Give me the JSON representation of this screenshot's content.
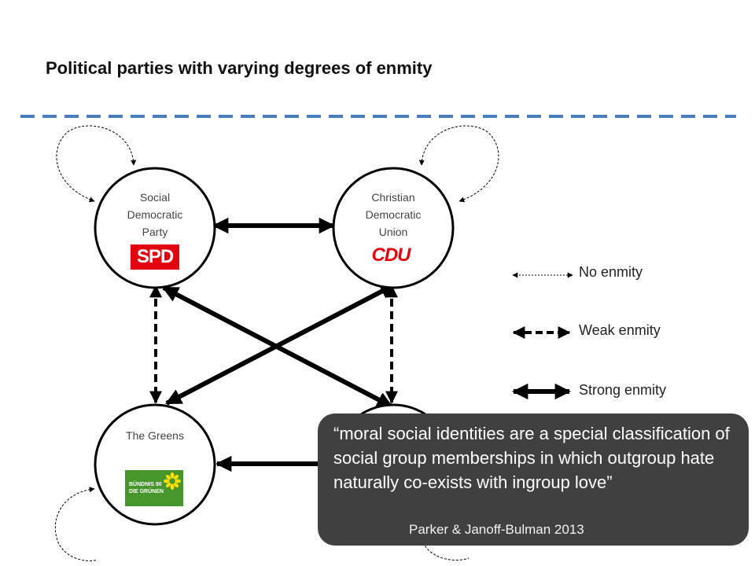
{
  "title": "Political parties with varying degrees of enmity",
  "nodes": {
    "spd": {
      "label_lines": [
        "Social",
        "Democratic",
        "Party"
      ],
      "logo_text": "SPD",
      "logo_color": "#e3000f"
    },
    "cdu": {
      "label_lines": [
        "Christian",
        "Democratic",
        "Union"
      ],
      "logo_text": "CDU",
      "logo_color": "#e3000f"
    },
    "greens": {
      "label_lines": [
        "The Greens"
      ],
      "logo_lines": [
        "BÜNDNIS 90",
        "DIE GRÜNEN"
      ],
      "logo_color": "#46962b"
    }
  },
  "legend": {
    "no_enmity": "No enmity",
    "weak_enmity": "Weak enmity",
    "strong_enmity": "Strong enmity"
  },
  "quote": {
    "text": "“moral social identities are a special classification of social group memberships in which outgroup hate naturally co-exists with ingroup love”",
    "citation": "Parker & Janoff-Bulman 2013"
  },
  "colors": {
    "divider": "#4a7ebb",
    "quote_background": "#404040"
  }
}
